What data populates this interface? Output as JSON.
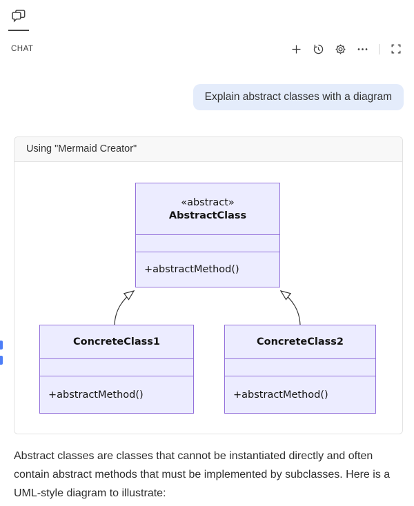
{
  "tab_bar": {
    "active_tab_icon": "comment-discussion-icon"
  },
  "header": {
    "title": "CHAT",
    "actions": [
      {
        "name": "new-chat",
        "icon": "plus-icon"
      },
      {
        "name": "show-history",
        "icon": "history-icon"
      },
      {
        "name": "configure",
        "icon": "gear-icon"
      },
      {
        "name": "more-actions",
        "icon": "ellipsis-icon"
      },
      {
        "name": "maximize-panel",
        "icon": "expand-icon"
      }
    ]
  },
  "conversation": {
    "user_message": "Explain abstract classes with a diagram",
    "tool_card": {
      "title": "Using \"Mermaid Creator\""
    },
    "assistant_text": "Abstract classes are classes that cannot be instantiated directly and often contain abstract methods that must be implemented by subclasses. Here is a UML-style diagram to illustrate:"
  },
  "diagram": {
    "type": "uml-class-diagram",
    "classes": [
      {
        "stereotype": "«abstract»",
        "name": "AbstractClass",
        "attributes": [],
        "methods": [
          "+abstractMethod()"
        ]
      },
      {
        "stereotype": "",
        "name": "ConcreteClass1",
        "attributes": [],
        "methods": [
          "+abstractMethod()"
        ]
      },
      {
        "stereotype": "",
        "name": "ConcreteClass2",
        "attributes": [],
        "methods": [
          "+abstractMethod()"
        ]
      }
    ],
    "relations": [
      {
        "from": "ConcreteClass1",
        "to": "AbstractClass",
        "type": "inheritance"
      },
      {
        "from": "ConcreteClass2",
        "to": "AbstractClass",
        "type": "inheritance"
      }
    ],
    "colors": {
      "node_fill": "#ECECFF",
      "node_border": "#9370DB",
      "edge": "#333333"
    }
  },
  "decorations": {
    "left_marker_color": "#4d7ef7",
    "bubble_background": "#e4ecfb"
  }
}
